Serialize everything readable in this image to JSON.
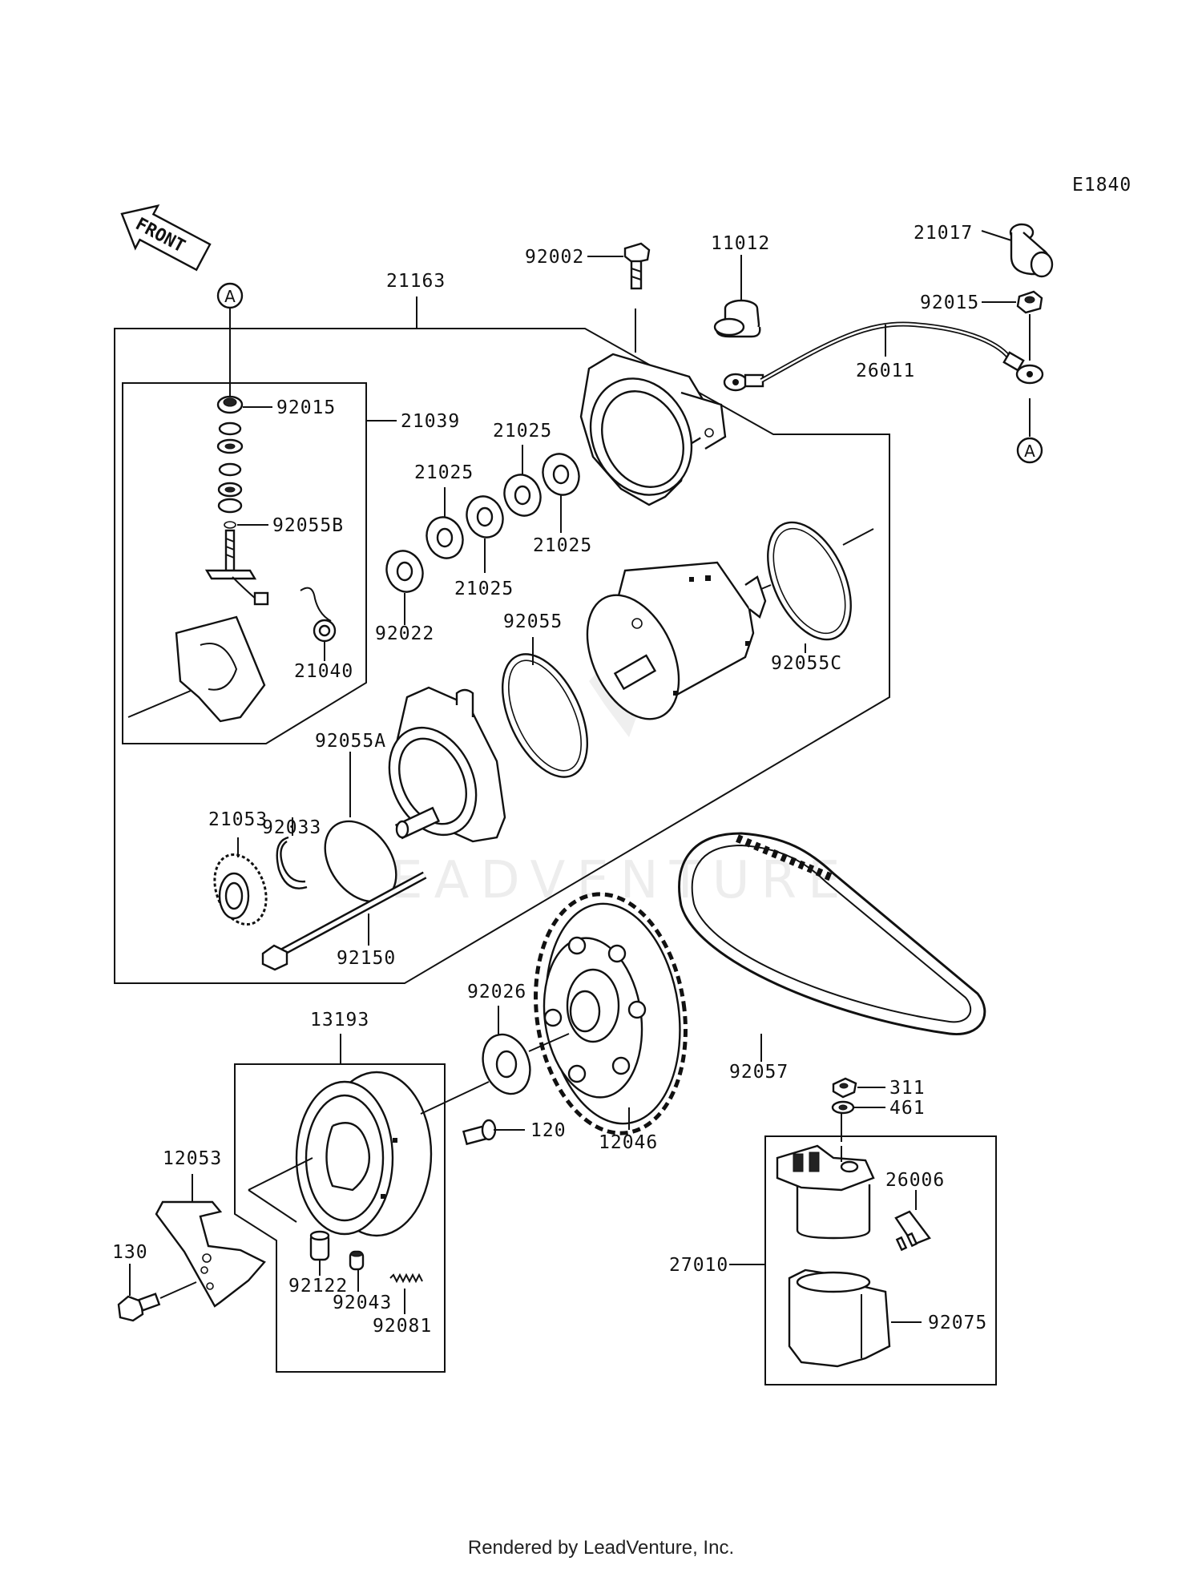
{
  "diagram_code": "E1840",
  "front_label": "FRONT",
  "ref_marker": "A",
  "watermark": "LEADVENTURE",
  "footer": "Rendered by LeadVenture, Inc.",
  "parts": {
    "p21163": "21163",
    "p92002": "92002",
    "p11012": "11012",
    "p21017": "21017",
    "p92015_top": "92015",
    "p26011": "26011",
    "p92015": "92015",
    "p21039": "21039",
    "p92055B": "92055B",
    "p21040": "21040",
    "p21025_a": "21025",
    "p21025_b": "21025",
    "p21025_c": "21025",
    "p21025_d": "21025",
    "p92022": "92022",
    "p92055": "92055",
    "p92055C": "92055C",
    "p92055A": "92055A",
    "p92033": "92033",
    "p21053": "21053",
    "p92150": "92150",
    "p92026": "92026",
    "p13193": "13193",
    "p92057": "92057",
    "p311": "311",
    "p461": "461",
    "p120": "120",
    "p12046": "12046",
    "p12053": "12053",
    "p26006": "26006",
    "p27010": "27010",
    "p130": "130",
    "p92122": "92122",
    "p92043": "92043",
    "p92081": "92081",
    "p92075": "92075"
  }
}
